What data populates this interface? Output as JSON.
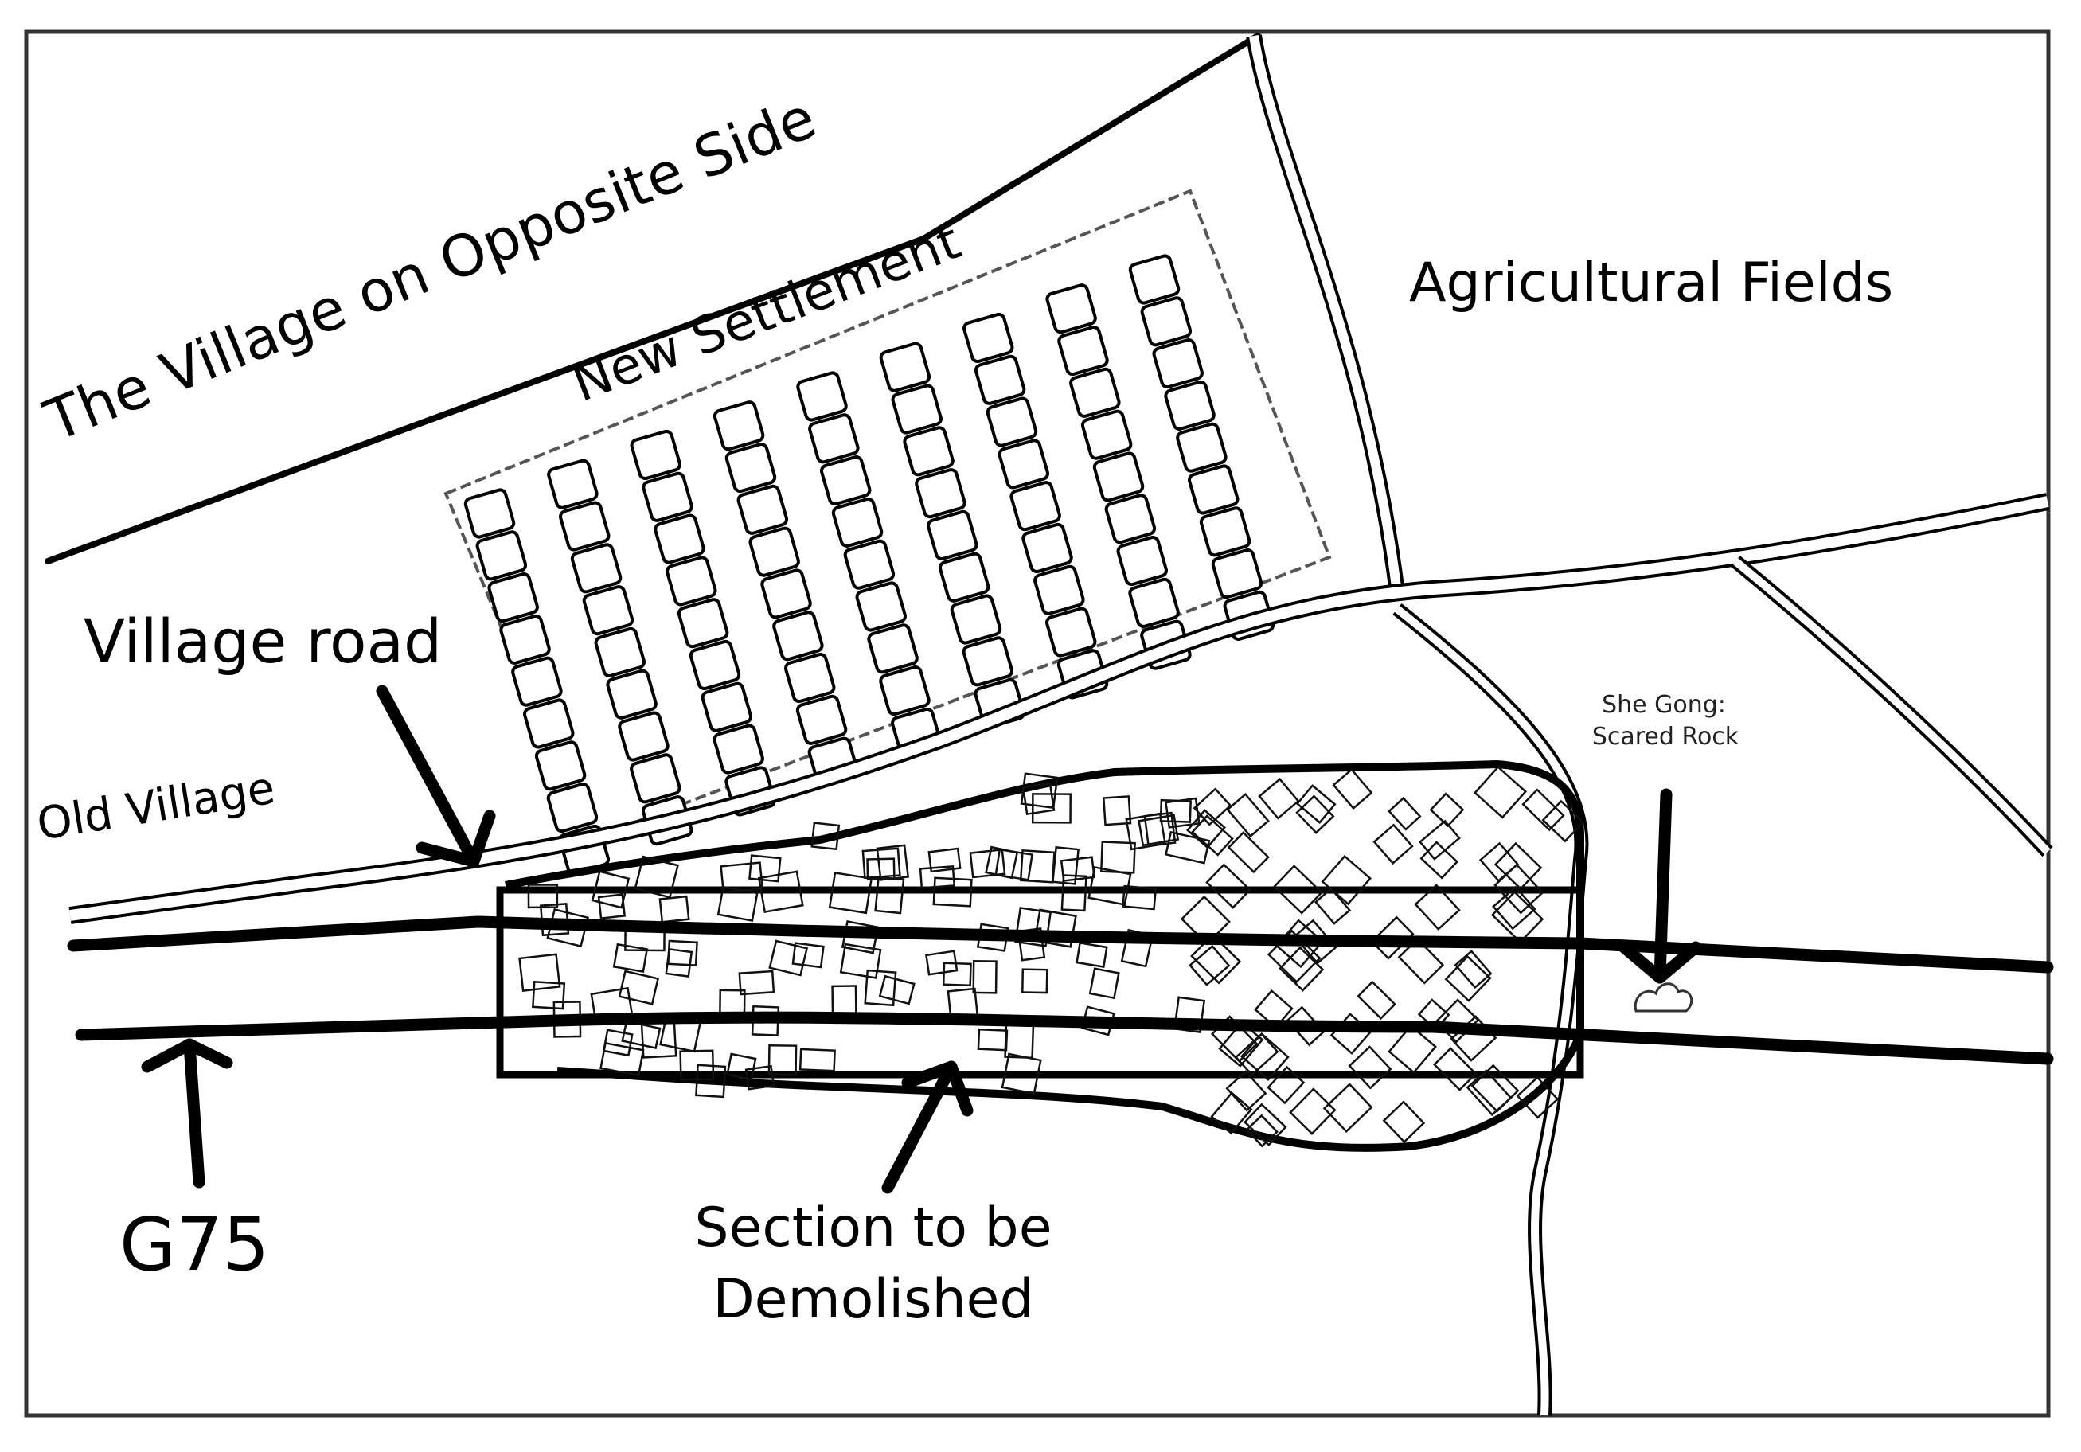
{
  "map": {
    "labels": {
      "opposite_village": "The Village on Opposite Side",
      "new_settlement": "New Settlement",
      "agricultural_fields": "Agricultural Fields",
      "village_road": "Village road",
      "old_village": "Old Village",
      "g75": "G75",
      "section_line1": "Section to be",
      "section_line2": "Demolished",
      "she_gong_line1": "She Gong:",
      "she_gong_line2": "Scared Rock"
    },
    "colors": {
      "ink": "#000000",
      "paper": "#ffffff",
      "frame": "#333333"
    },
    "settlement": {
      "rows": 9,
      "units_per_row": 9
    }
  }
}
